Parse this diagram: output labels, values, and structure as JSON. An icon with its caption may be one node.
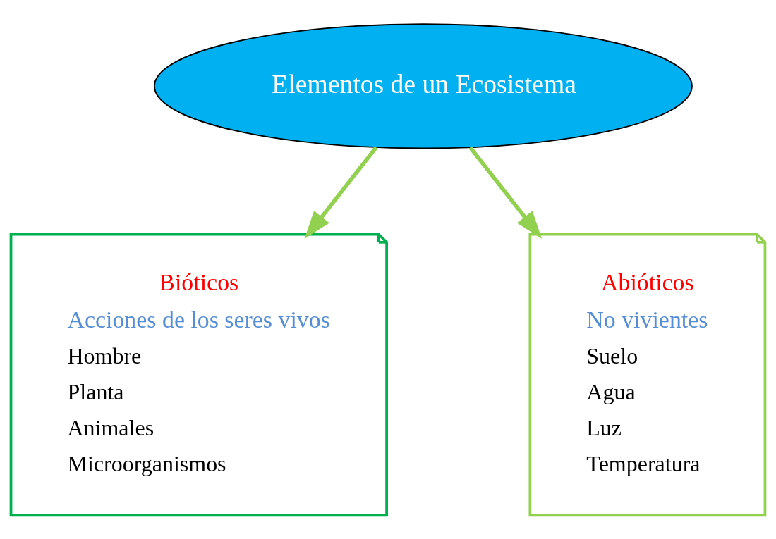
{
  "diagram": {
    "nodes": [
      {
        "text": [
          "Elementos de un Ecosistema"
        ]
      },
      {
        "text": [
          "Bióticos",
          "Acciones de los seres vivos",
          "Hombre",
          "Planta",
          "Animales",
          "Microorganismos"
        ]
      },
      {
        "text": [
          "Abióticos",
          "No vivientes",
          "Suelo",
          "Agua",
          "Luz",
          "Temperatura"
        ]
      }
    ],
    "edges": [
      {
        "from": 0,
        "to": 1,
        "arrow": "to"
      },
      {
        "from": 0,
        "to": 2,
        "arrow": "to"
      }
    ]
  }
}
